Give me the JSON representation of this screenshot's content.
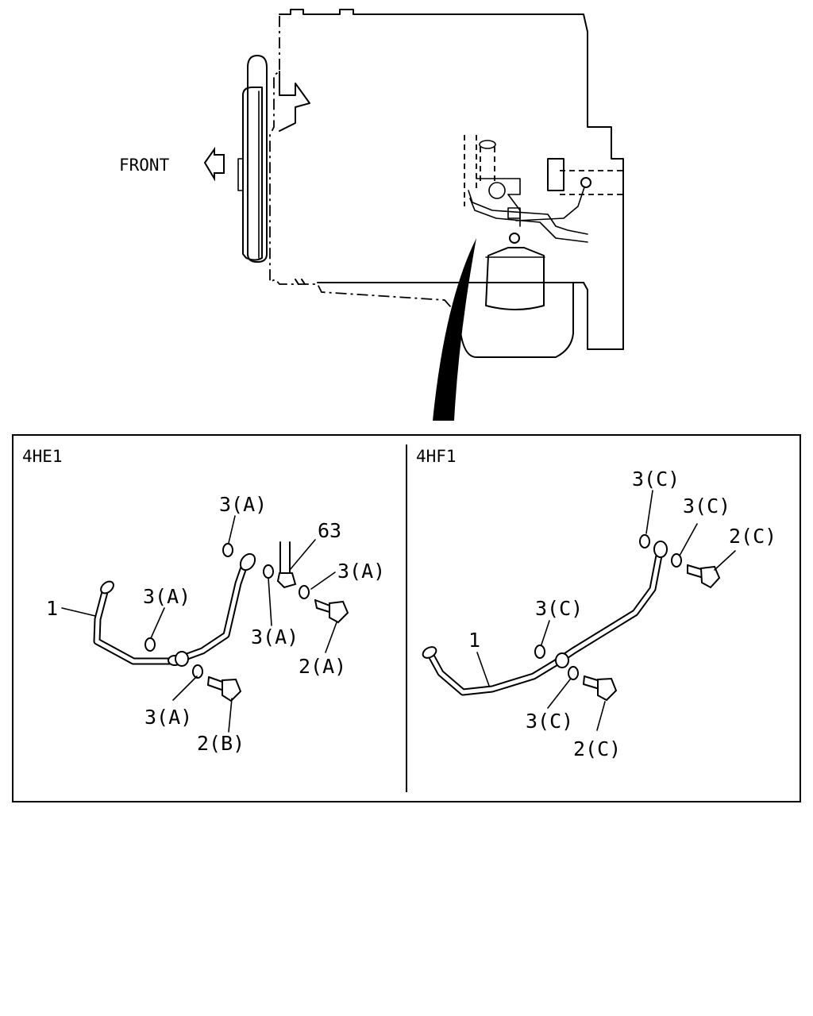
{
  "diagram": {
    "front_label": "FRONT",
    "panels": [
      {
        "title": "4HE1"
      },
      {
        "title": "4HF1"
      }
    ],
    "callouts_4he1": [
      "1",
      "3(A)",
      "3(A)",
      "63",
      "3(A)",
      "3(A)",
      "2(A)",
      "3(A)",
      "2(B)"
    ],
    "callouts_4hf1": [
      "3(C)",
      "3(C)",
      "2(C)",
      "3(C)",
      "1",
      "3(C)",
      "2(C)"
    ]
  },
  "colors": {
    "line": "#000000",
    "background": "#ffffff"
  }
}
